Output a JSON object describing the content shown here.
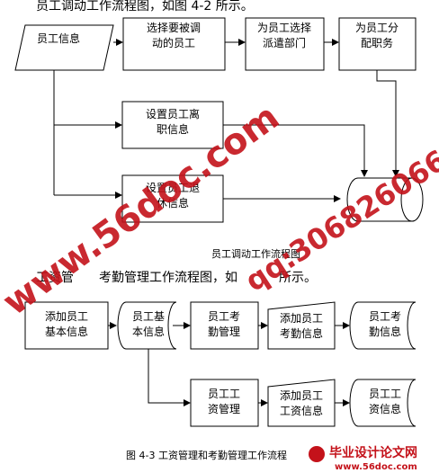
{
  "text": {
    "intro1": "员工调动工作流程图，如图 4-2 所示。",
    "intro2_a": "工资管",
    "intro2_b": "考勤管理工作流程图，如",
    "intro2_c": "所示。"
  },
  "fig42": {
    "employee_info": [
      "员工信息"
    ],
    "select_employee": [
      "选择要被调",
      "动的员工"
    ],
    "dispatch_dept": [
      "为员工选择",
      "派遣部门"
    ],
    "assign_position": [
      "为员工分",
      "配职务"
    ],
    "leave_info": [
      "设置员工离",
      "职信息"
    ],
    "retire_info": [
      "设置员工退",
      "休信息"
    ],
    "caption": "员工调动工作流程图"
  },
  "fig43": {
    "add_basic": [
      "添加员工",
      "基本信息"
    ],
    "basic_info": [
      "员工基",
      "本信息"
    ],
    "attendance_mgmt": [
      "员工考",
      "勤管理"
    ],
    "add_attendance": [
      "添加员工",
      "考勤信息"
    ],
    "attendance_info": [
      "员工考",
      "勤信息"
    ],
    "salary_mgmt": [
      "员工工",
      "资管理"
    ],
    "add_salary": [
      "添加员工",
      "工资信息"
    ],
    "salary_info": [
      "员工工",
      "资信息"
    ],
    "caption": "图 4-3  工资管理和考勤管理工作流程"
  },
  "watermarks": {
    "site": "www.56doc.com",
    "qq": "qq:306826066",
    "logo_title": "毕业设计论文网",
    "logo_url": "www.56doc.com",
    "logo_color": "#c4121a"
  }
}
